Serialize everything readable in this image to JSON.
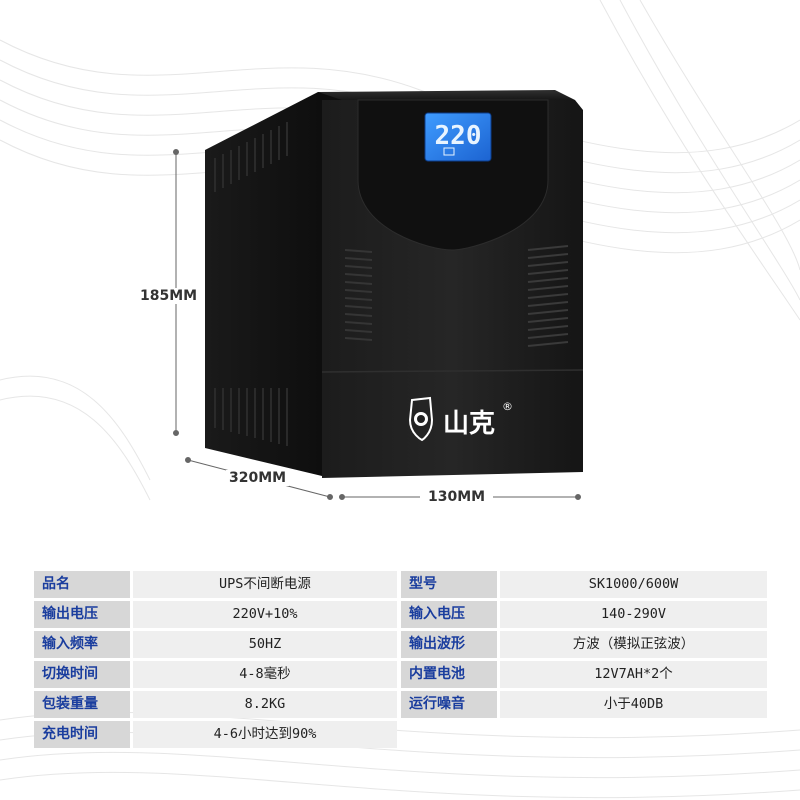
{
  "product": {
    "display_value": "220",
    "brand_name": "山克",
    "registered_mark": "®",
    "dimensions": {
      "height": "185MM",
      "depth": "320MM",
      "width": "130MM"
    }
  },
  "specs": [
    {
      "left_key": "品名",
      "left_value": "UPS不间断电源",
      "right_key": "型号",
      "right_value": "SK1000/600W"
    },
    {
      "left_key": "输出电压",
      "left_value": "220V+10%",
      "right_key": "输入电压",
      "right_value": "140-290V"
    },
    {
      "left_key": "输入频率",
      "left_value": "50HZ",
      "right_key": "输出波形",
      "right_value": "方波（模拟正弦波）"
    },
    {
      "left_key": "切换时间",
      "left_value": "4-8毫秒",
      "right_key": "内置电池",
      "right_value": "12V7AH*2个"
    },
    {
      "left_key": "包装重量",
      "left_value": "8.2KG",
      "right_key": "运行噪音",
      "right_value": "小于40DB"
    },
    {
      "left_key": "充电时间",
      "left_value": "4-6小时达到90%",
      "right_key": "",
      "right_value": ""
    }
  ],
  "colors": {
    "key_text": "#1a3d9e",
    "key_bg": "#d7d7d7",
    "value_bg": "#efefef",
    "lcd": "#2f7fe6"
  }
}
